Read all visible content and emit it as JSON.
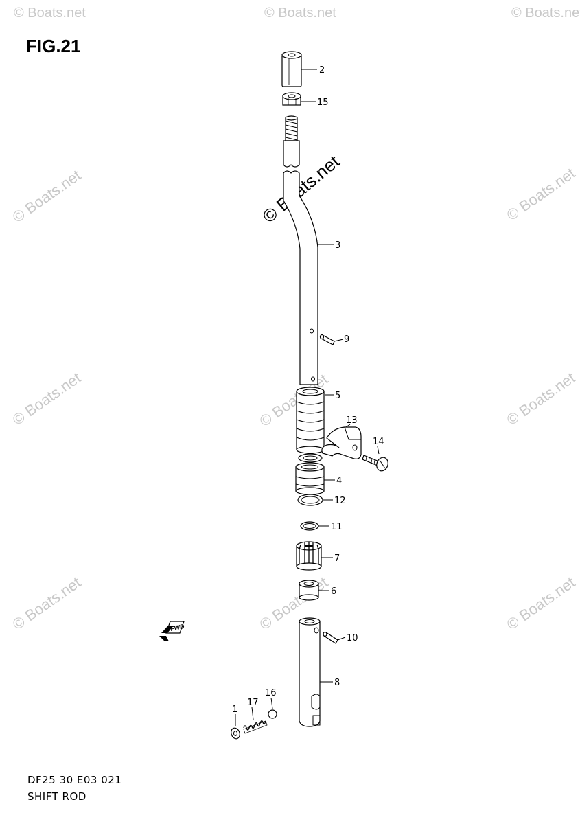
{
  "figure": {
    "title": "FIG.21",
    "code": "DF25 30 E03  021",
    "name": "SHIFT ROD"
  },
  "watermark": "© Boats.net",
  "fwd_label": "FWD",
  "callouts": [
    "2",
    "15",
    "3",
    "9",
    "5",
    "13",
    "14",
    "4",
    "12",
    "11",
    "7",
    "6",
    "10",
    "8",
    "1",
    "17",
    "16"
  ]
}
